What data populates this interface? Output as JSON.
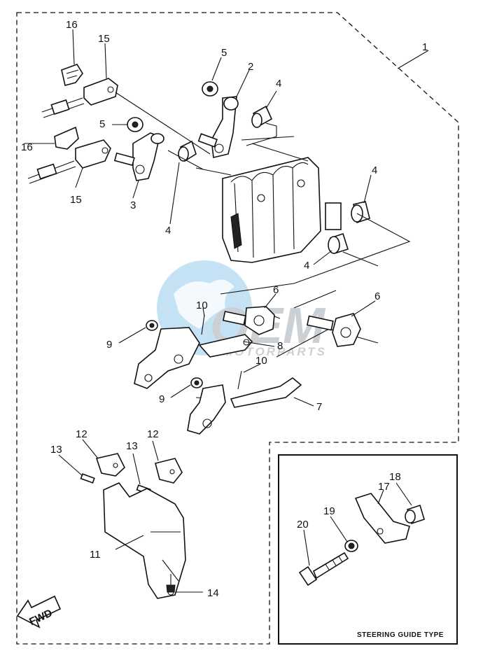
{
  "callouts": {
    "c1": "1",
    "c2": "2",
    "c3": "3",
    "c4a": "4",
    "c4b": "4",
    "c4c": "4",
    "c4d": "4",
    "c5a": "5",
    "c5b": "5",
    "c6a": "6",
    "c6b": "6",
    "c7": "7",
    "c8": "8",
    "c9a": "9",
    "c9b": "9",
    "c10a": "10",
    "c10b": "10",
    "c11": "11",
    "c12a": "12",
    "c12b": "12",
    "c13a": "13",
    "c13b": "13",
    "c14": "14",
    "c15a": "15",
    "c15b": "15",
    "c16a": "16",
    "c16b": "16",
    "c17": "17",
    "c18": "18",
    "c19": "19",
    "c20": "20"
  },
  "inset_caption": "STEERING GUIDE TYPE",
  "fwd_label": "FWD",
  "watermark": {
    "brand": "OEM",
    "sub": "MOTORPARTS"
  }
}
